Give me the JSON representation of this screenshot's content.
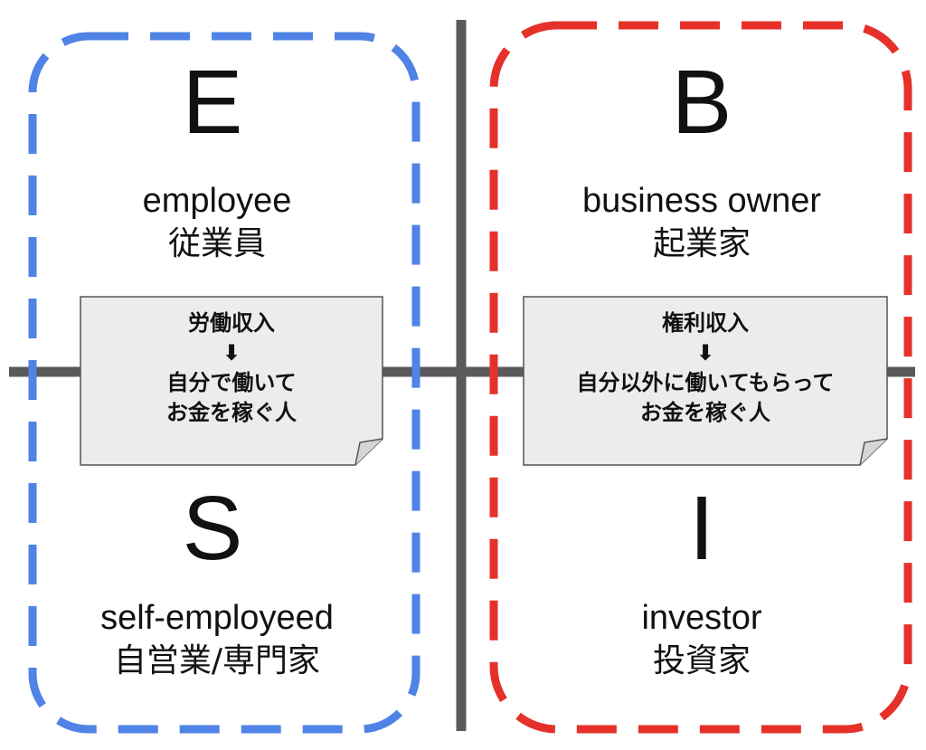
{
  "colors": {
    "employee_side": "#4f83e6",
    "owner_side": "#e5312a",
    "axis": "#5a5a5a",
    "note_fill": "#ececec",
    "note_border": "#555555"
  },
  "quadrants": {
    "e": {
      "letter": "E",
      "name": "employee",
      "name_ja": "従業員"
    },
    "b": {
      "letter": "B",
      "name": "business owner",
      "name_ja": "起業家"
    },
    "s": {
      "letter": "S",
      "name": "self-employeed",
      "name_ja": "自営業/専門家"
    },
    "i": {
      "letter": "I",
      "name": "investor",
      "name_ja": "投資家"
    }
  },
  "notes": {
    "left": {
      "heading": "労働収入",
      "arrow": "⬇",
      "line1": "自分で働いて",
      "line2": "お金を稼ぐ人"
    },
    "right": {
      "heading": "権利収入",
      "arrow": "⬇",
      "line1": "自分以外に働いてもらって",
      "line2": "お金を稼ぐ人"
    }
  }
}
